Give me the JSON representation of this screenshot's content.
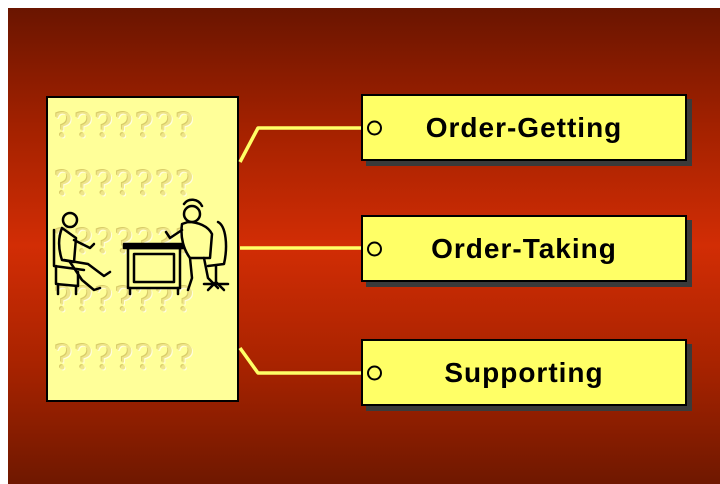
{
  "diagram": {
    "items": [
      {
        "label": "Order-Getting"
      },
      {
        "label": "Order-Taking"
      },
      {
        "label": "Supporting"
      }
    ],
    "panel_pattern_glyph": "?",
    "panel_illustration": "salesperson-meeting-customer-icon"
  },
  "colors": {
    "background_top": "#6a1500",
    "background_mid": "#d22d05",
    "panel_fill": "#ffff99",
    "box_fill": "#ffff66",
    "connector": "#ffff66",
    "box_shadow": "#3a3a3a"
  }
}
